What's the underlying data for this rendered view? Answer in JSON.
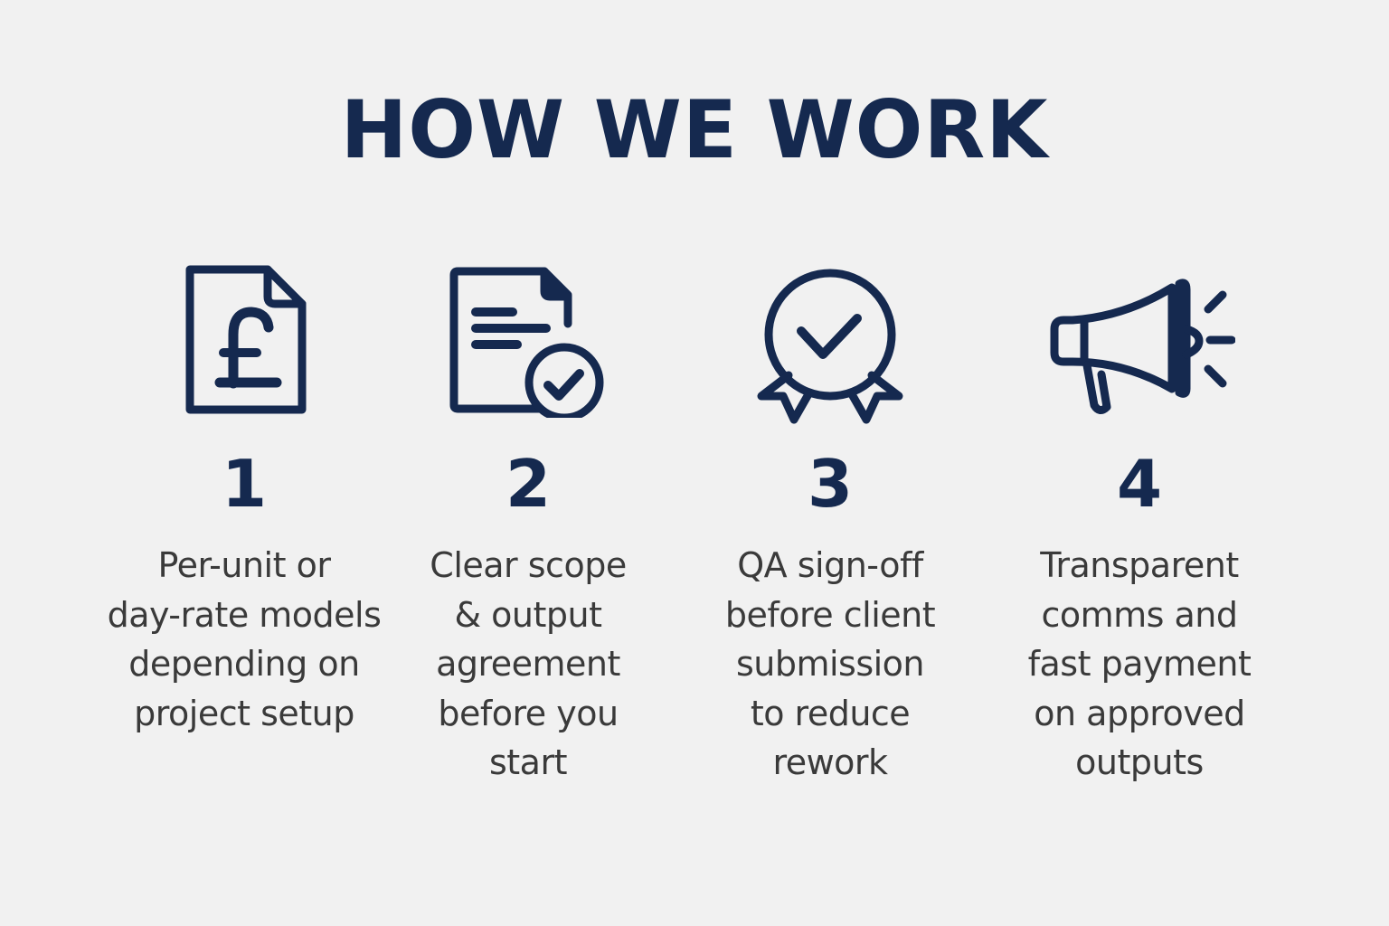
{
  "header": {
    "title": "HOW WE WORK"
  },
  "colors": {
    "background": "#f1f1f1",
    "accent": "#15294f",
    "body_text": "#3a3a3a"
  },
  "steps": [
    {
      "number": "1",
      "icon": "pound-document-icon",
      "lines": [
        "Per-unit or",
        "day-rate models",
        "depending on",
        "project setup"
      ]
    },
    {
      "number": "2",
      "icon": "document-check-icon",
      "lines": [
        "Clear scope",
        "& output",
        "agreement",
        "before you",
        "start"
      ]
    },
    {
      "number": "3",
      "icon": "award-badge-check-icon",
      "lines": [
        "QA sign-off",
        "before client",
        "submission",
        "to reduce",
        "rework"
      ]
    },
    {
      "number": "4",
      "icon": "megaphone-icon",
      "lines": [
        "Transparent",
        "comms and",
        "fast payment",
        "on approved",
        "outputs"
      ]
    }
  ]
}
